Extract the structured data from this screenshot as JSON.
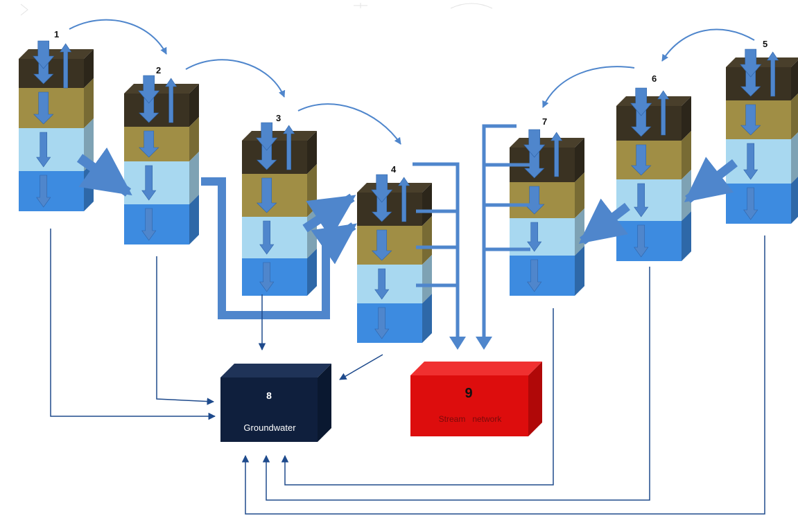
{
  "columns": [
    {
      "label": "1"
    },
    {
      "label": "2"
    },
    {
      "label": "3"
    },
    {
      "label": "4"
    },
    {
      "label": "5"
    },
    {
      "label": "6"
    },
    {
      "label": "7"
    }
  ],
  "groundwater": {
    "number": "8",
    "label": "Groundwater"
  },
  "stream": {
    "number": "9",
    "label": "Stream   network"
  },
  "colors": {
    "topsoil": "#3a3222",
    "subsoil": "#a08e45",
    "unsat": "#a8d8f0",
    "aquifer": "#3d8be0",
    "arrow": "#4f86cc",
    "groundwater_box": "#0f1f3d",
    "stream_box": "#dd0d0d"
  }
}
